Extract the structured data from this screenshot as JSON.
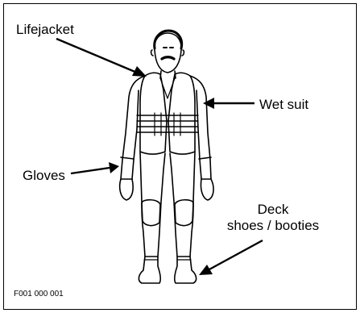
{
  "labels": {
    "lifejacket": "Lifejacket",
    "wet_suit": "Wet suit",
    "gloves": "Gloves",
    "deck_line1": "Deck",
    "deck_line2": "shoes / booties"
  },
  "figure_code": "F001 000 001",
  "colors": {
    "ink": "#000000",
    "background": "#ffffff"
  }
}
